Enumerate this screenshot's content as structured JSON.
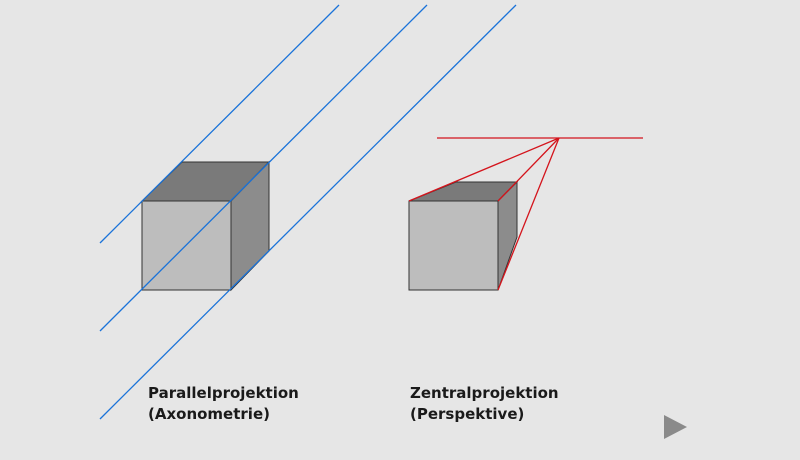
{
  "captions": {
    "parallel": {
      "line1": "Parallelprojektion",
      "line2": "(Axonometrie)"
    },
    "central": {
      "line1": "Zentralprojektion",
      "line2": "(Perspektive)"
    }
  },
  "colors": {
    "background": "#e6e6e6",
    "cube_front": "#bdbdbd",
    "cube_top": "#7a7a7a",
    "cube_side": "#8c8c8c",
    "projection_parallel": "#1a73d9",
    "projection_central": "#d4141c",
    "next_arrow": "#8a8a8a"
  },
  "icons": {
    "next": "play-triangle-icon"
  }
}
